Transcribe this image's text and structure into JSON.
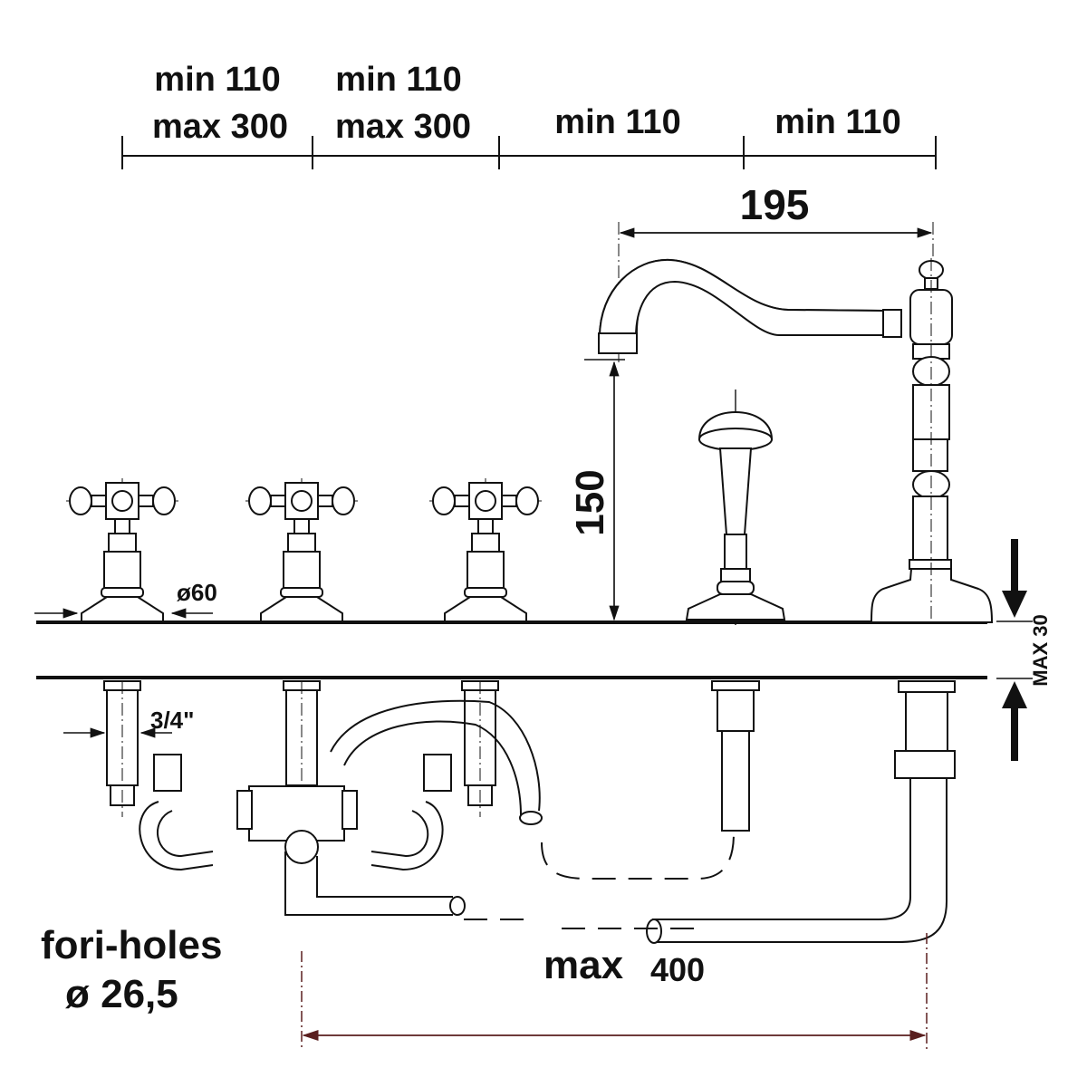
{
  "top_dimensions": [
    {
      "min": "min 110",
      "max": "max 300"
    },
    {
      "min": "min 110",
      "max": "max 300"
    },
    {
      "min": "min 110"
    },
    {
      "min": "min 110"
    }
  ],
  "spout_reach": "195",
  "spout_height": "150",
  "deck_thickness": "MAX 30",
  "handle_base_diameter": "ø60",
  "connection_size": "3/4\"",
  "holes_label": "fori-holes",
  "holes_diameter": "ø 26,5",
  "span": {
    "label": "max",
    "value": "400"
  },
  "colors": {
    "line": "#111111",
    "span_dimension": "#5a1f1f"
  }
}
